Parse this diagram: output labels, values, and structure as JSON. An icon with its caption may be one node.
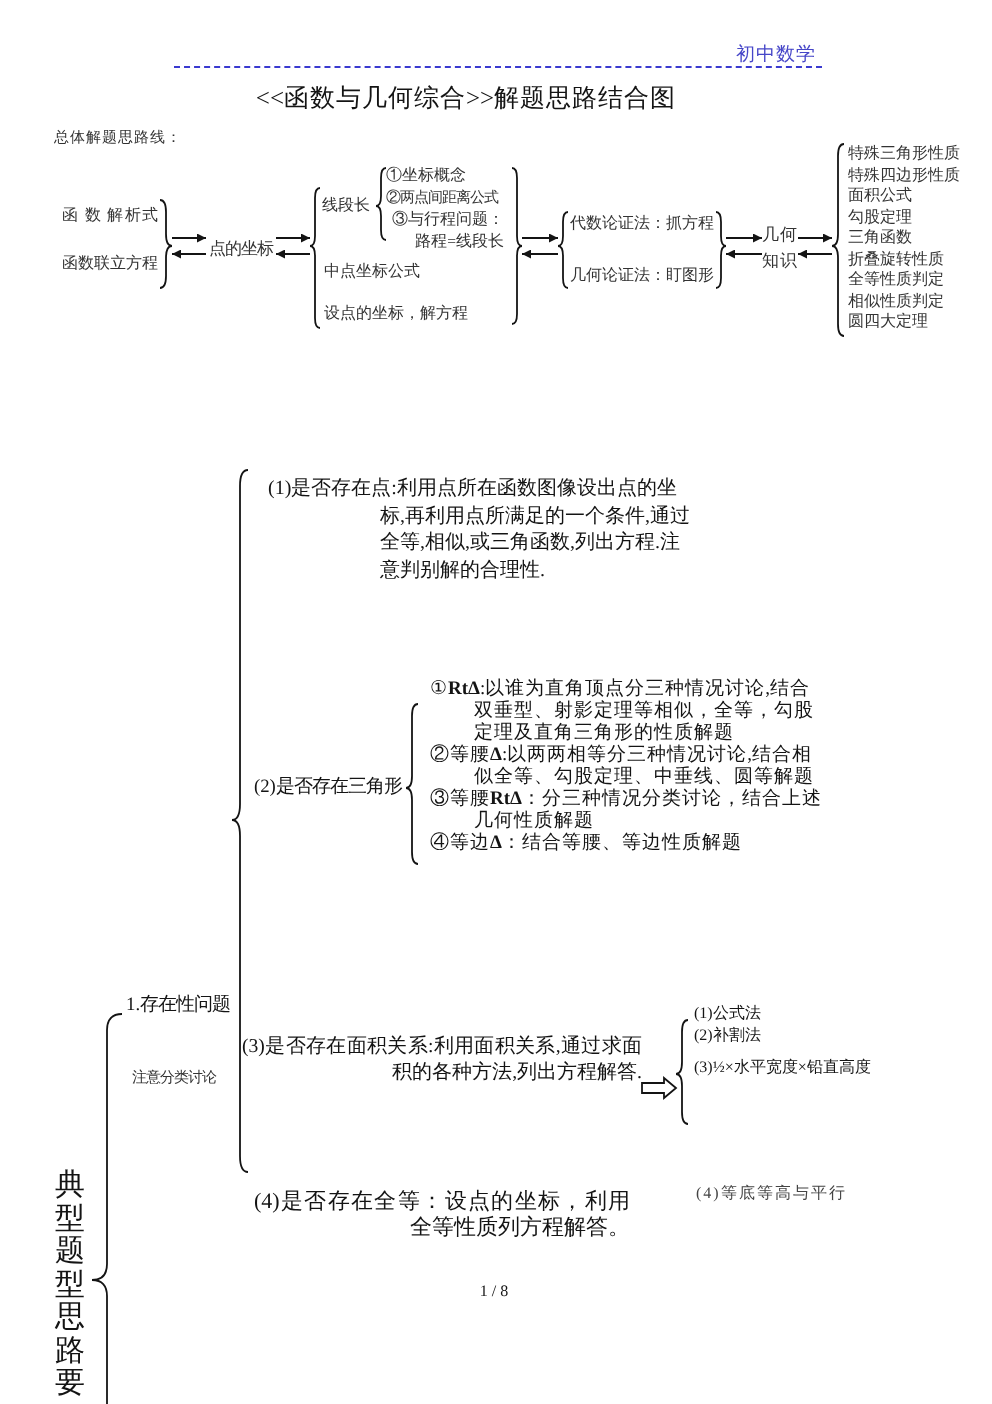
{
  "diagram": {
    "title": "<<函数与几何综合>>解题思路结合图",
    "nodes": [
      {
        "text": [
          "函 数 解析式",
          "函数联立方程"
        ]
      },
      {
        "text": [
          "点的坐标"
        ]
      },
      {
        "text": [
          "线段长",
          "中点坐标公式",
          "设点的坐标，解方程"
        ]
      },
      {
        "text": [
          "①坐标概念",
          "②两点间距离公式",
          "③与行程问题：路程=线段长"
        ],
        "in": 2
      },
      {
        "text": [
          "代数论证法：抓方程",
          "几何论证法：盯图形"
        ]
      },
      {
        "text": [
          "几何知识"
        ]
      },
      {
        "text": [
          "特殊三角形性质",
          "特殊四边形性质",
          "面积公式",
          "勾股定理",
          "三角函数",
          "折叠旋转性质",
          "全等性质判定",
          "相似性质判定",
          "圆四大定理"
        ]
      },
      {
        "text": [
          "典型题型思路要"
        ]
      },
      {
        "text": [
          "1.存在性问题",
          "注意分类讨论"
        ]
      },
      {
        "text": [
          "(1)是否存在点:利用点所在函数图像设出点的坐标,再利用点所满足的一个条件,通过全等,相似,或三角函数,列出方程.注意判别解的合理性."
        ]
      },
      {
        "text": [
          "(2)是否存在三角形"
        ]
      },
      {
        "text": [
          "①**RtΔ**:以谁为直角顶点分三种情况讨论,结合双垂型、射影定理等相似，全等，勾股定理及直角三角形的性质解题",
          "②等腰**Δ**:以两两相等分三种情况讨论,结合相似全等、勾股定理、中垂线、圆等解题",
          "③等腰**RtΔ**：分三种情况分类讨论，结合上述几何性质解题",
          "④等边**Δ**：结合等腰、等边性质解题"
        ]
      },
      {
        "text": [
          "(3)是否存在面积关系:利用面积关系,通过求面积的各种方法,列出方程解答."
        ]
      },
      {
        "text": [
          "(1)公式法",
          "(2)补割法",
          "(3)½×水平宽度×铅直高度",
          "(4)等底等高与平行"
        ]
      },
      {
        "text": [
          "(4)是否存在全等：设点的坐标，利用全等性质列方程解答。"
        ]
      }
    ],
    "edges": [
      {
        "from": 0,
        "to": 1,
        "arrow": "to"
      },
      {
        "from": 1,
        "to": 0,
        "arrow": "to"
      },
      {
        "from": 1,
        "to": 2,
        "arrow": "to"
      },
      {
        "from": 2,
        "to": 1,
        "arrow": "to"
      },
      {
        "from": 2,
        "to": 4,
        "arrow": "to"
      },
      {
        "from": 4,
        "to": 2,
        "arrow": "to"
      },
      {
        "from": 4,
        "to": 5,
        "arrow": "to"
      },
      {
        "from": 5,
        "to": 4,
        "arrow": "to"
      },
      {
        "from": 5,
        "to": 6,
        "arrow": "to"
      },
      {
        "from": 6,
        "to": 5,
        "arrow": "to"
      },
      {
        "from": 12,
        "to": 13,
        "arrow": "to",
        "style": "thick"
      }
    ],
    "labels": [
      "初中数学",
      "总体解题思路线：",
      "1 / 8"
    ]
  }
}
